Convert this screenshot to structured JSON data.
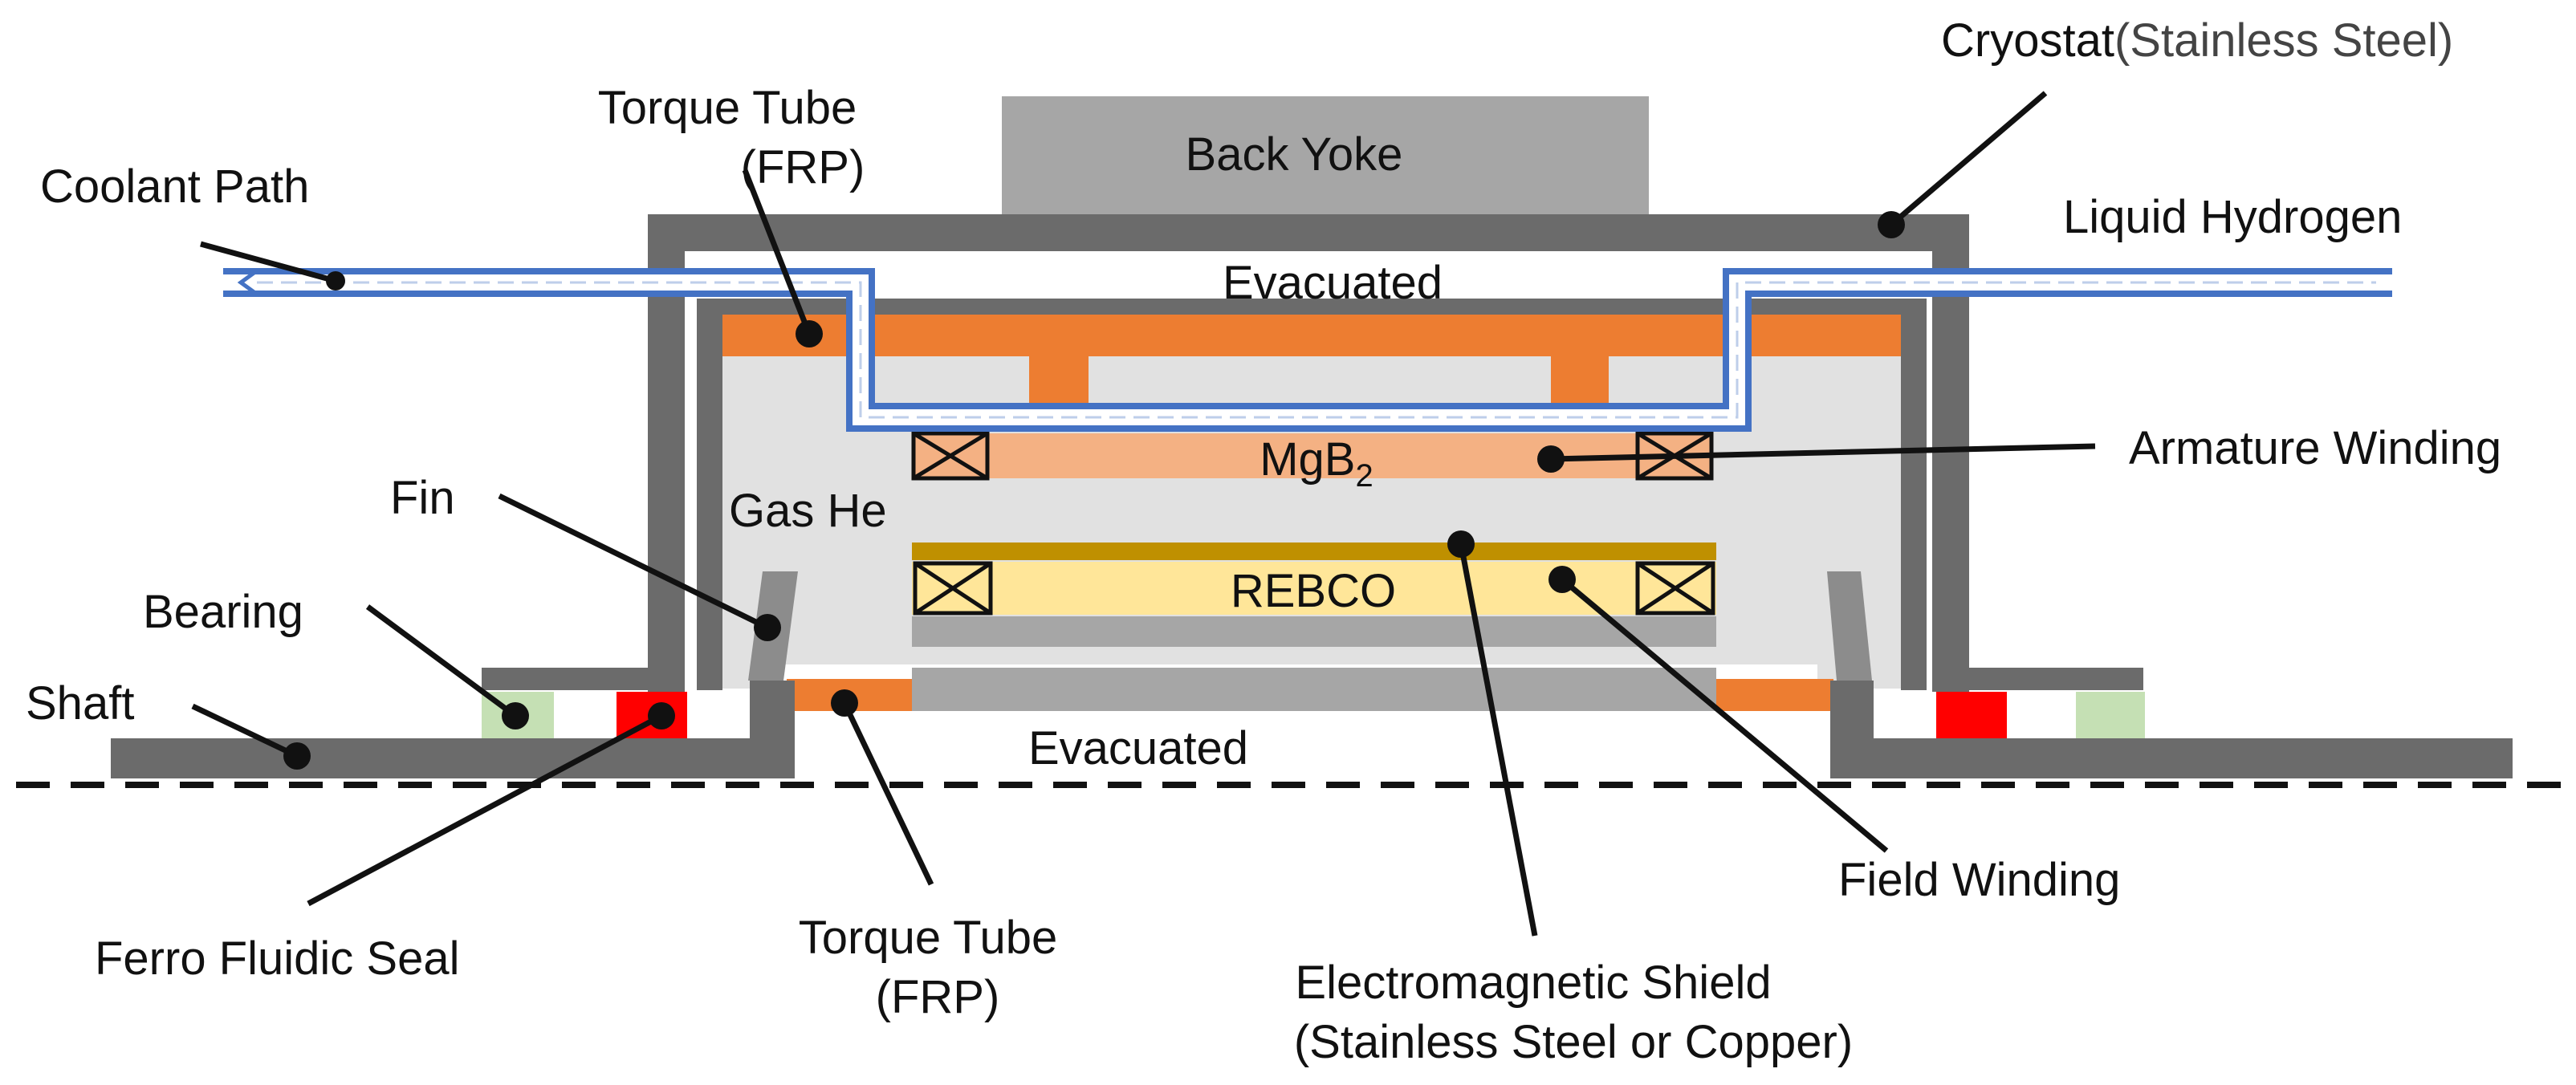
{
  "labels": {
    "cryostat_name": "Cryostat",
    "cryostat_material": "(Stainless Steel)",
    "torque_tube_top": "Torque Tube",
    "torque_tube_top_material": "(FRP)",
    "back_yoke": "Back Yoke",
    "coolant_path": "Coolant Path",
    "liquid_hydrogen": "Liquid Hydrogen",
    "evacuated_top": "Evacuated",
    "mgb2": "MgB",
    "mgb2_subscript": "2",
    "armature_winding": "Armature Winding",
    "fin": "Fin",
    "gas_he": "Gas He",
    "rebco": "REBCO",
    "bearing": "Bearing",
    "shaft": "Shaft",
    "evacuated_bottom": "Evacuated",
    "field_winding": "Field Winding",
    "ferro_fluidic_seal": "Ferro Fluidic Seal",
    "torque_tube_bottom": "Torque Tube",
    "torque_tube_bottom_material": "(FRP)",
    "em_shield": "Electromagnetic Shield",
    "em_shield_material": "(Stainless Steel or Copper)"
  },
  "colors": {
    "cryostat_wall": "#6b6b6b",
    "back_yoke": "#a6a6a6",
    "torque_tube": "#ed7d31",
    "mgb2": "#f4b183",
    "gas_he": "#e1e1e1",
    "rebco": "#ffe699",
    "em_shield": "#bf9000",
    "coolant_path": "#4472c4",
    "seal": "#ff0000",
    "bearing": "#c5e0b4",
    "fin": "#8c8c8c",
    "stator_plate": "#a6a6a6"
  }
}
